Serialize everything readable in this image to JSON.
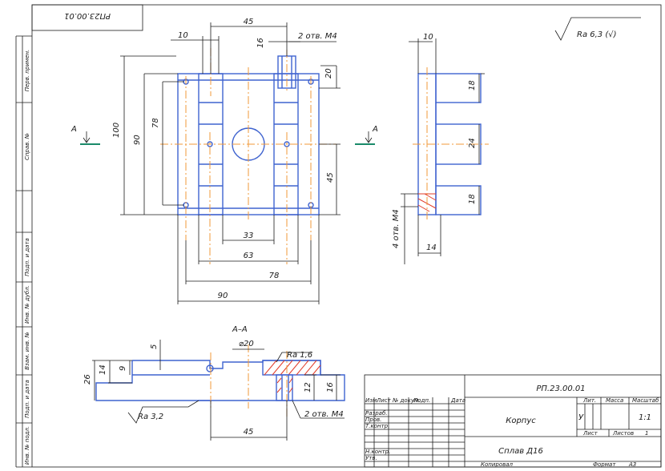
{
  "drawing": {
    "top_stamp": "РП23.00.01",
    "roughness_general": "Ra 6,3 (√)",
    "section_marker": "А",
    "section_title": "А–А",
    "hole_note": "2 отв. М4",
    "hole_note_side": "4 отв. М4",
    "roughness_a": "Ra 1,6",
    "roughness_b": "Ra 3,2"
  },
  "dims": {
    "front": {
      "w45": "45",
      "w10": "10",
      "h16": "16",
      "h20": "20",
      "h100": "100",
      "h90": "90",
      "h78": "78",
      "h45": "45",
      "w33": "33",
      "w63": "63",
      "w78": "78",
      "w90": "90"
    },
    "side": {
      "w10": "10",
      "h18a": "18",
      "h24": "24",
      "h18b": "18",
      "w14": "14"
    },
    "section": {
      "d20": "⌀20",
      "h5": "5",
      "h26": "26",
      "h14": "14",
      "h9": "9",
      "h12": "12",
      "h16": "16",
      "w45": "45"
    }
  },
  "left_strip": {
    "labels": [
      "Перв. примен.",
      "Справ. №",
      "Подп. и дата",
      "Инв. № дубл.",
      "Взам. инв. №",
      "Подп. и дата",
      "Инв. № подл."
    ]
  },
  "title_block": {
    "designation": "РП.23.00.01",
    "part_name": "Корпус",
    "material": "Сплав Д16",
    "col_headers": [
      "Изм",
      "Лист",
      "№ докум.",
      "Подп.",
      "Дата"
    ],
    "rows": [
      "Разраб.",
      "Пров.",
      "Т.контр.",
      "",
      "Н.контр.",
      "Утв."
    ],
    "lit_label": "Лит.",
    "mass_label": "Масса",
    "scale_label": "Масштаб",
    "lit_value": "У",
    "scale_value": "1:1",
    "sheet_label": "Лист",
    "sheets_label": "Листов",
    "sheets_value": "1",
    "copied": "Копировал",
    "format": "Формат",
    "format_value": "А3"
  }
}
